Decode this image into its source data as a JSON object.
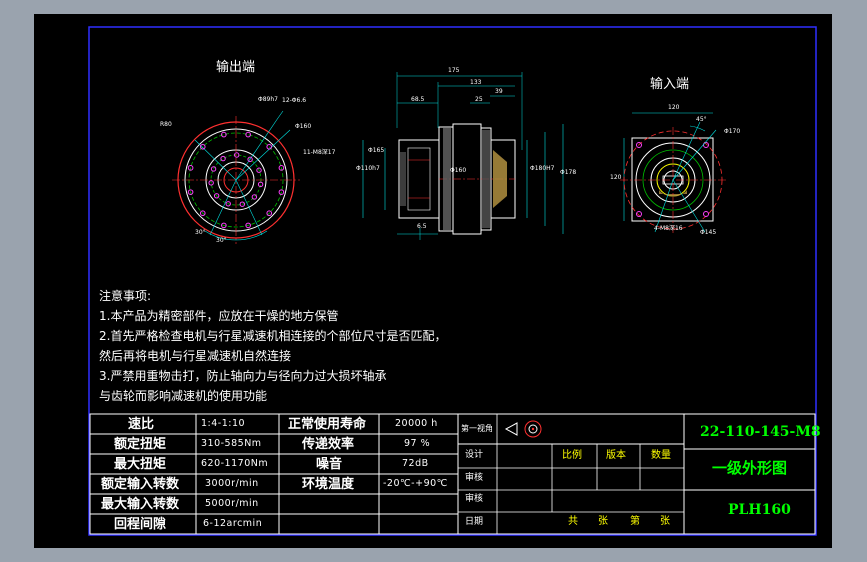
{
  "views": {
    "output_label": "输出端",
    "input_label": "输入端"
  },
  "front_dims": {
    "d1": "Φ89h7",
    "d2": "12-Φ6.6",
    "d3": "Φ160",
    "d4": "11-M8深17",
    "d5": "R80",
    "d6": "30°",
    "d7": "30°"
  },
  "side_dims": {
    "w1": "175",
    "w2": "133",
    "w3": "68.5",
    "w4": "25",
    "w5": "39",
    "w6": "6.5",
    "h1": "Φ165",
    "h2": "Φ110h7",
    "h3": "Φ160",
    "h4": "Φ180H7",
    "h5": "Φ178"
  },
  "right_dims": {
    "w1": "120",
    "a1": "45°",
    "d1": "Φ170",
    "h1": "120",
    "d2": "4-M8深16",
    "d3": "Φ145"
  },
  "notes": [
    "注意事项:",
    "1.本产品为精密部件，应放在干燥的地方保管",
    "2.首先严格检查电机与行星减速机相连接的个部位尺寸是否匹配，",
    "然后再将电机与行星减速机自然连接",
    "3.严禁用重物击打，防止轴向力与径向力过大损坏轴承",
    "与齿轮而影响减速机的使用功能"
  ],
  "specs_left": [
    {
      "label": "速比",
      "value": "1:4-1:10"
    },
    {
      "label": "额定扭矩",
      "value": "310-585Nm"
    },
    {
      "label": "最大扭矩",
      "value": "620-1170Nm"
    },
    {
      "label": "额定输入转数",
      "value": "3000r/min"
    },
    {
      "label": "最大输入转数",
      "value": "5000r/min"
    },
    {
      "label": "回程间隙",
      "value": "6-12arcmin"
    }
  ],
  "specs_right": [
    {
      "label": "正常使用寿命",
      "value": "20000 h"
    },
    {
      "label": "传递效率",
      "value": "97 %"
    },
    {
      "label": "噪音",
      "value": "72dB"
    },
    {
      "label": "环境温度",
      "value": "-20℃-+90℃"
    }
  ],
  "title_block": {
    "projection": "第一视角",
    "design": "设计",
    "review": "审核",
    "date": "日期",
    "scale": "比例",
    "version": "版本",
    "quantity": "数量",
    "sheets_total": "共",
    "sheets_unit": "张",
    "sheet_no": "第",
    "sheet_unit": "张",
    "drawing_no": "22-110-145-M8",
    "drawing_name": "一级外形图",
    "model": "PLH160"
  }
}
